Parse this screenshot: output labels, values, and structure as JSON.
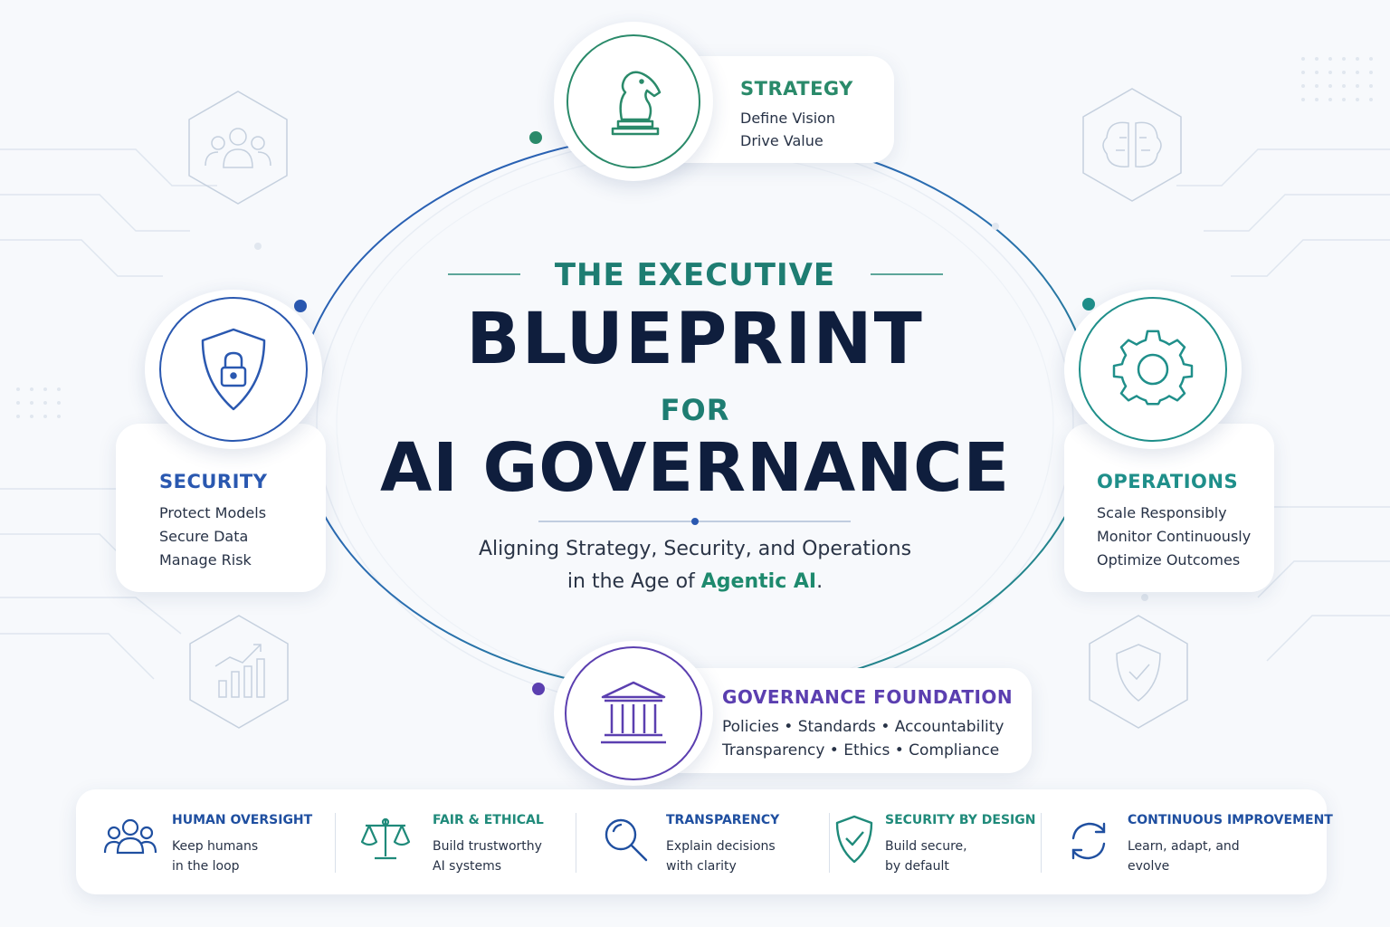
{
  "title": {
    "line1": "THE EXECUTIVE",
    "line2": "BLUEPRINT",
    "line3": "FOR",
    "line4": "AI GOVERNANCE"
  },
  "subtitle": {
    "line1": "Aligning Strategy, Security, and Operations",
    "line2_prefix": "in the Age of ",
    "line2_accent": "Agentic AI",
    "line2_suffix": "."
  },
  "pillars": {
    "strategy": {
      "title": "STRATEGY",
      "lines": [
        "Define Vision",
        "Drive Value"
      ],
      "icon": "chess-knight-icon",
      "color": "#2a8a6a"
    },
    "security": {
      "title": "SECURITY",
      "lines": [
        "Protect Models",
        "Secure Data",
        "Manage Risk"
      ],
      "icon": "shield-lock-icon",
      "color": "#2a58b0"
    },
    "operations": {
      "title": "OPERATIONS",
      "lines": [
        "Scale Responsibly",
        "Monitor Continuously",
        "Optimize Outcomes"
      ],
      "icon": "gear-icon",
      "color": "#1f8f8a"
    },
    "governance": {
      "title": "GOVERNANCE FOUNDATION",
      "lines": [
        "Policies • Standards • Accountability",
        "Transparency • Ethics • Compliance"
      ],
      "icon": "institution-icon",
      "color": "#5b3fb0"
    }
  },
  "principles": [
    {
      "title": "HUMAN OVERSIGHT",
      "desc": "Keep humans in the loop",
      "icon": "people-icon",
      "color": "#1f4fa0"
    },
    {
      "title": "FAIR & ETHICAL",
      "desc": "Build trustworthy AI systems",
      "icon": "scales-icon",
      "color": "#1f8a7a"
    },
    {
      "title": "TRANSPARENCY",
      "desc": "Explain decisions with clarity",
      "icon": "magnifier-icon",
      "color": "#1f4fa0"
    },
    {
      "title": "SECURITY BY DESIGN",
      "desc": "Build secure, by default",
      "icon": "shield-check-icon",
      "color": "#1f8a7a"
    },
    {
      "title": "CONTINUOUS IMPROVEMENT",
      "desc": "Learn, adapt, and evolve",
      "icon": "refresh-icon",
      "color": "#1f4fa0"
    }
  ],
  "decor_icons": [
    "users-hex-icon",
    "brain-hex-icon",
    "chart-hex-icon",
    "shield-hex-icon"
  ]
}
